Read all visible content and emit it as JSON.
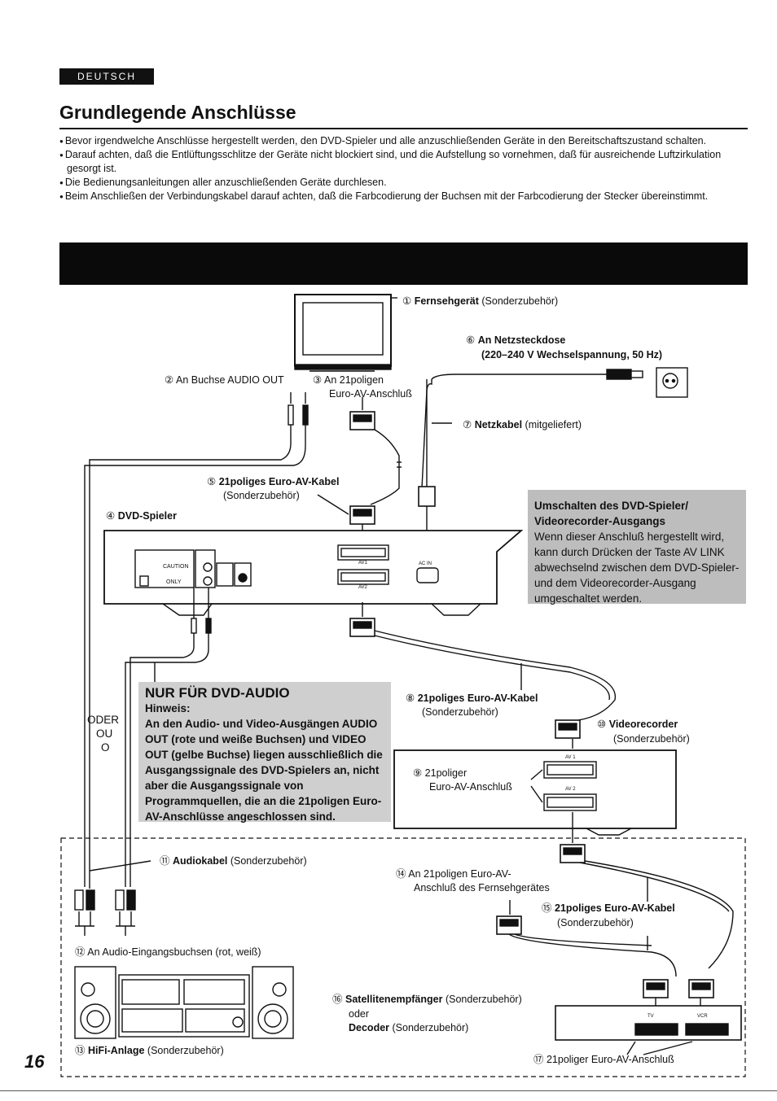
{
  "header": {
    "language_tab": "DEUTSCH",
    "title": "Grundlegende Anschlüsse"
  },
  "bullets": [
    "Bevor irgendwelche Anschlüsse hergestellt werden, den DVD-Spieler und alle anzuschließenden Geräte in den Bereitschaftszustand schalten.",
    "Darauf achten, daß die Entlüftungsschlitze der Geräte nicht blockiert sind, und die Aufstellung so vornehmen, daß für ausreichende Luftzirkulation gesorgt ist.",
    "Die Bedienungsanleitungen aller anzuschließenden Geräte durchlesen.",
    "Beim Anschließen der Verbindungskabel darauf achten, daß die Farbcodierung der Buchsen mit der Farbcodierung der Stecker übereinstimmt."
  ],
  "labels": {
    "l1_num": "①",
    "l1_bold": "Fernsehgerät",
    "l1_rest": " (Sonderzubehör)",
    "l6_num": "⑥",
    "l6_bold": "An Netzsteckdose",
    "l6_line2": "(220–240 V Wechselspannung, 50 Hz)",
    "l2": "② An Buchse AUDIO OUT",
    "l3_line1": "③ An 21poligen",
    "l3_line2": "Euro-AV-Anschluß",
    "l7_num": "⑦",
    "l7_bold": "Netzkabel",
    "l7_rest": " (mitgeliefert)",
    "l5_num": "⑤",
    "l5_bold": "21poliges Euro-AV-Kabel",
    "l5_line2": "(Sonderzubehör)",
    "l4_num": "④",
    "l4_bold": "DVD-Spieler",
    "l8_num": "⑧",
    "l8_bold": "21poliges Euro-AV-Kabel",
    "l8_line2": "(Sonderzubehör)",
    "l10_num": "⑩",
    "l10_bold": "Videorecorder",
    "l10_line2": "(Sonderzubehör)",
    "l9_line1": "⑨ 21poliger",
    "l9_line2": "Euro-AV-Anschluß",
    "oder": "ODER",
    "ou": "OU",
    "o": "O",
    "l11_num": "⑪",
    "l11_bold": "Audiokabel",
    "l11_rest": " (Sonderzubehör)",
    "l14_line1": "⑭ An 21poligen Euro-AV-",
    "l14_line2": "Anschluß des Fernsehgerätes",
    "l15_num": "⑮",
    "l15_bold": "21poliges Euro-AV-Kabel",
    "l15_line2": "(Sonderzubehör)",
    "l12": "⑫ An Audio-Eingangsbuchsen (rot, weiß)",
    "l16_num": "⑯",
    "l16_bold": "Satellitenempfänger",
    "l16_rest": " (Sonderzubehör)",
    "l16_oder": "oder",
    "l16_bold2": "Decoder",
    "l16_rest2": " (Sonderzubehör)",
    "l13_num": "⑬",
    "l13_bold": "HiFi-Anlage",
    "l13_rest": " (Sonderzubehör)",
    "l17": "⑰ 21poliger Euro-AV-Anschluß"
  },
  "device_text": {
    "caution": "CAUTION",
    "only": "ONLY",
    "av1": "AV1",
    "av2": "AV2",
    "ac_in": "AC IN",
    "vcr_av1": "AV 1",
    "vcr_av2": "AV 2",
    "tv": "TV",
    "vcr": "VCR"
  },
  "note_box": {
    "heading": "NUR FÜR DVD-AUDIO",
    "subheading": "Hinweis:",
    "body": "An den Audio- und Video-Ausgängen AUDIO OUT (rote und weiße Buchsen) und VIDEO OUT (gelbe Buchse) liegen ausschließlich die Ausgangssignale des DVD-Spielers an, nicht aber die Ausgangssignale von Programmquellen, die an die 21poligen Euro-AV-Anschlüsse angeschlossen sind."
  },
  "side_box": {
    "heading": "Umschalten des DVD-Spieler/ Videorecorder-Ausgangs",
    "body": "Wenn dieser Anschluß hergestellt wird, kann durch Drücken der Taste AV LINK abwechselnd zwischen dem DVD-Spieler- und dem Videorecorder-Ausgang umgeschaltet werden."
  },
  "footer": {
    "page_number": "16"
  }
}
